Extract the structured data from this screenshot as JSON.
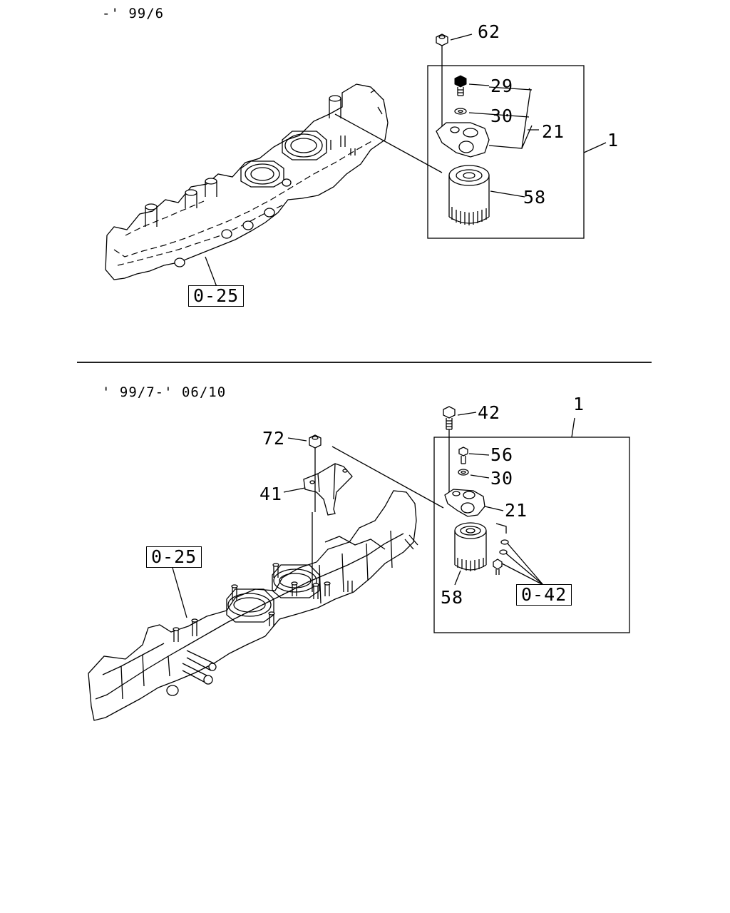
{
  "diagram": {
    "top_section": {
      "period": "-' 99/6",
      "callouts": {
        "c62": "62",
        "c29": "29",
        "c30": "30",
        "c21": "21",
        "c1": "1",
        "c58": "58"
      },
      "reference": "0-25"
    },
    "bottom_section": {
      "period": "' 99/7-' 06/10",
      "callouts": {
        "c72": "72",
        "c42": "42",
        "c1": "1",
        "c56": "56",
        "c30": "30",
        "c41": "41",
        "c21": "21",
        "c58": "58"
      },
      "reference_left": "0-25",
      "reference_right": "0-42"
    }
  }
}
